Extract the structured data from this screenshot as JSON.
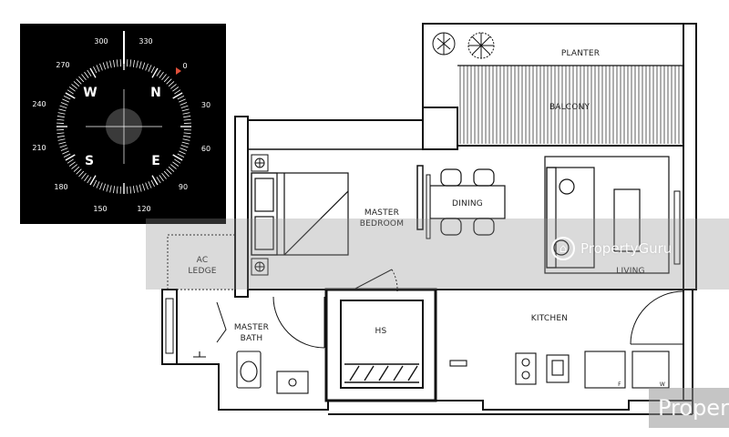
{
  "compass": {
    "degrees": [
      "300",
      "330",
      "0",
      "30",
      "60",
      "90",
      "120",
      "150",
      "180",
      "210",
      "240",
      "270"
    ],
    "cardinals": {
      "n": "N",
      "e": "E",
      "s": "S",
      "w": "W"
    }
  },
  "rooms": {
    "planter": "PLANTER",
    "balcony": "BALCONY",
    "dining": "DINING",
    "master_bedroom_1": "MASTER",
    "master_bedroom_2": "BEDROOM",
    "living": "LIVING",
    "ac_ledge_1": "AC",
    "ac_ledge_2": "LEDGE",
    "master_bath_1": "MASTER",
    "master_bath_2": "BATH",
    "hs": "HS",
    "kitchen": "KITCHEN",
    "fridge_mark": "F",
    "washer_mark": "W"
  },
  "watermark": {
    "brand": "PropertyGuru",
    "corner": "Proper"
  },
  "colors": {
    "compass_bg": "#000000",
    "wall": "#111111",
    "north_marker": "#e0503a"
  }
}
